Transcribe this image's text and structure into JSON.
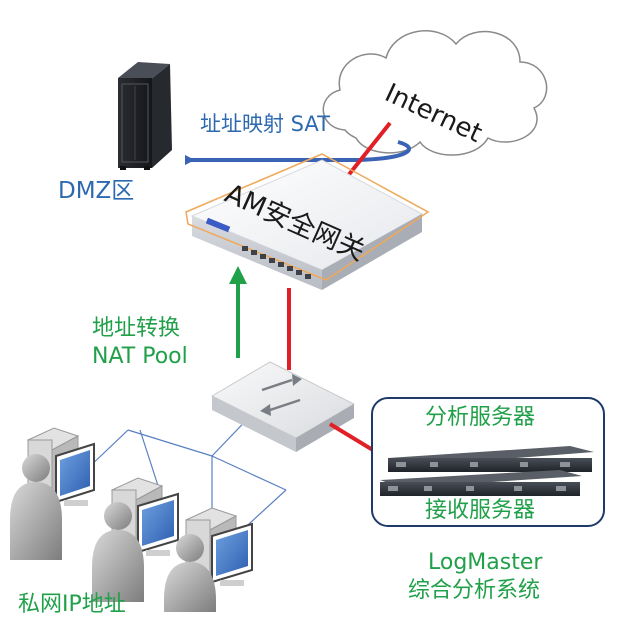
{
  "labels": {
    "internet": "Internet",
    "sat": "址址映射 SAT",
    "dmz": "DMZ区",
    "gateway": "AM安全网关",
    "nat_line1": "地址转换",
    "nat_line2": "NAT Pool",
    "analysis_server": "分析服务器",
    "receive_server": "接收服务器",
    "logmaster_line1": "LogMaster",
    "logmaster_line2": "综合分析系统",
    "private_net": "私网IP地址"
  },
  "colors": {
    "green": "#21a04a",
    "red": "#e01f26",
    "blue_arrow": "#3a63b5",
    "blue_text": "#2e69b0",
    "network_line": "#5a7fc4",
    "gateway_border": "#f0a85a",
    "logmaster_border": "#1d3a6a"
  },
  "icons": {
    "cloud": "internet-cloud-icon",
    "dmz_server": "server-rack-icon",
    "gateway": "security-gateway-icon",
    "switch": "network-switch-icon",
    "rack_servers": "rack-server-icon",
    "users": "user-workstation-icon"
  }
}
